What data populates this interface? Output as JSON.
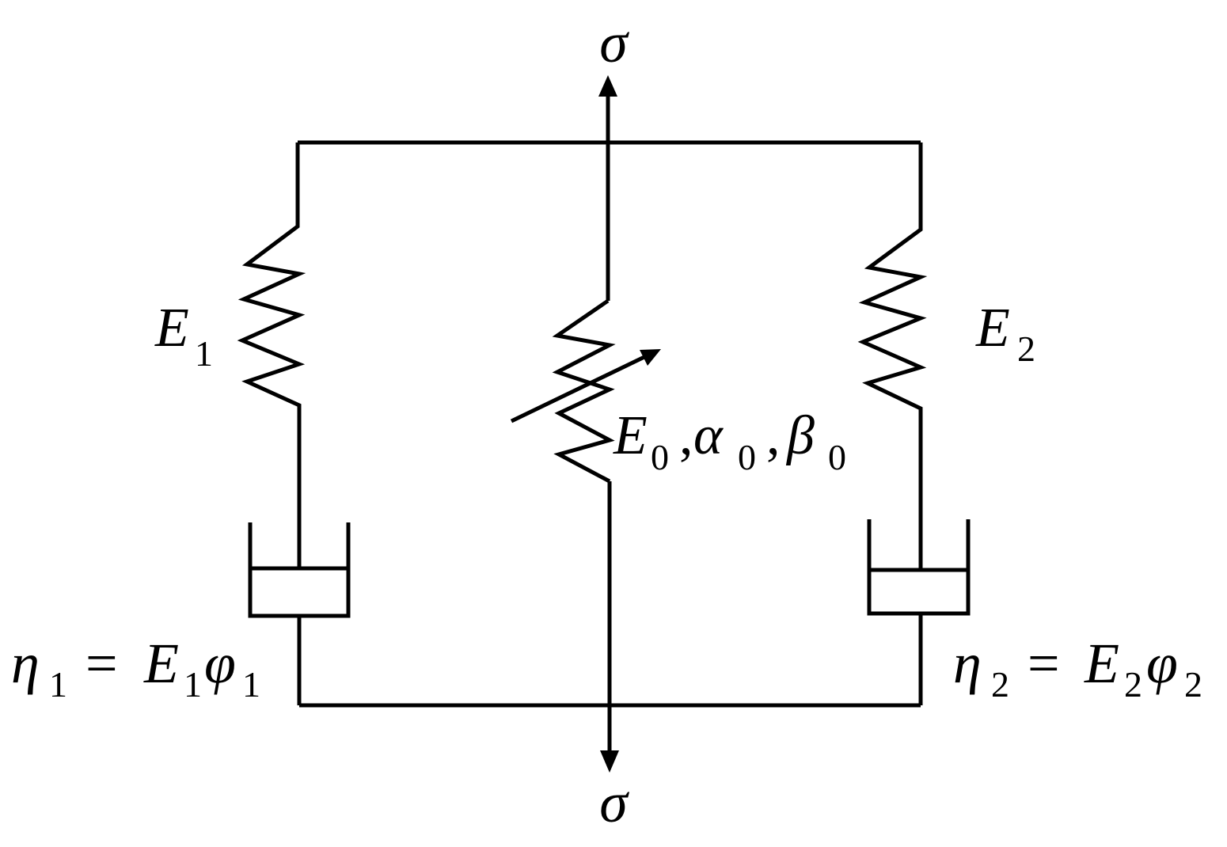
{
  "diagram": {
    "stress_top": {
      "symbol": "σ"
    },
    "stress_bottom": {
      "symbol": "σ"
    },
    "spring_left": {
      "symbol": "E",
      "sub": "1"
    },
    "spring_right": {
      "symbol": "E",
      "sub": "2"
    },
    "variable_element": {
      "e_symbol": "E",
      "e_sub": "0",
      "comma1": ",",
      "alpha_symbol": "α",
      "alpha_sub": "0",
      "comma2": ",",
      "beta_symbol": "β",
      "beta_sub": "0"
    },
    "dashpot_left": {
      "eta": "η",
      "eta_sub": "1",
      "equals": "=",
      "e": "E",
      "e_sub": "1",
      "phi": "φ",
      "phi_sub": "1"
    },
    "dashpot_right": {
      "eta": "η",
      "eta_sub": "2",
      "equals": "=",
      "e": "E",
      "e_sub": "2",
      "phi": "φ",
      "phi_sub": "2"
    }
  }
}
